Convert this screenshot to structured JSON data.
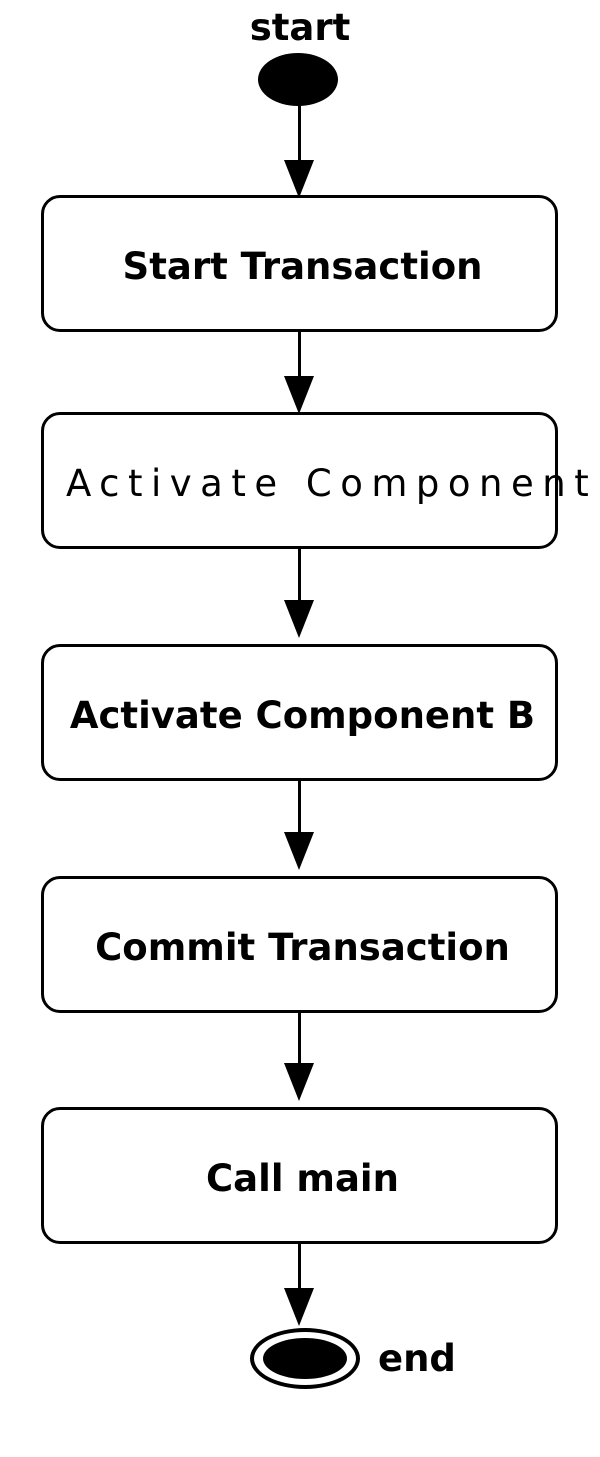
{
  "diagram": {
    "type": "uml-activity-diagram",
    "orientation": "vertical",
    "background_color": "#ffffff",
    "stroke_color": "#000000"
  },
  "start_node": {
    "label": "start",
    "shape": "filled-ellipse"
  },
  "activities": [
    {
      "label": "Start Transaction"
    },
    {
      "label": "Activate Component A"
    },
    {
      "label": "Activate Component B"
    },
    {
      "label": "Commit Transaction"
    },
    {
      "label": "Call main"
    }
  ],
  "end_node": {
    "label": "end",
    "shape": "double-ellipse-final-node"
  }
}
